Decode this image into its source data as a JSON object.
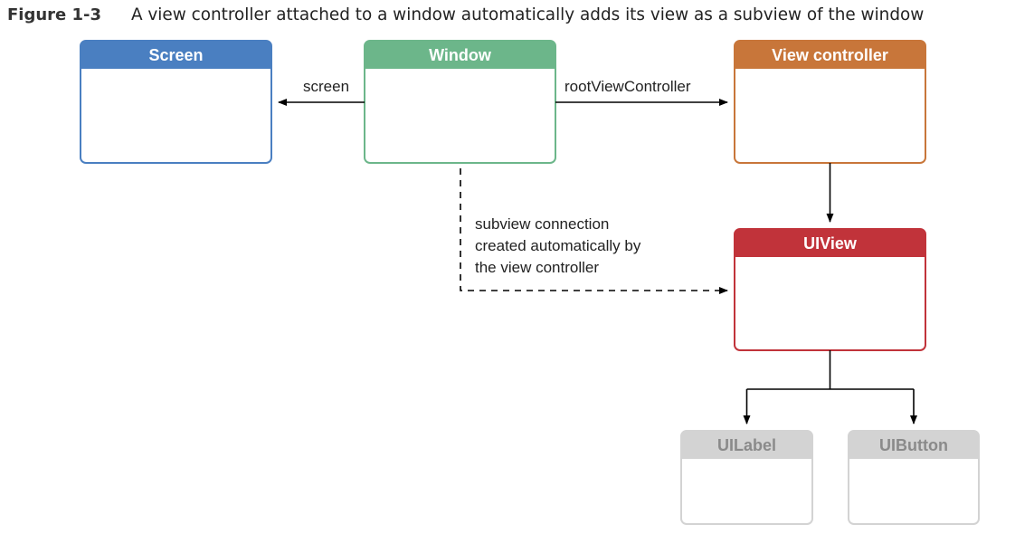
{
  "figure": {
    "number": "Figure 1-3",
    "title": "A view controller attached to a window automatically adds its view as a subview of the window"
  },
  "boxes": {
    "screen": {
      "title": "Screen",
      "color": "#4a7fc1"
    },
    "window": {
      "title": "Window",
      "color": "#6cb68a"
    },
    "view_controller": {
      "title": "View controller",
      "color": "#c8763a"
    },
    "uiview": {
      "title": "UIView",
      "color": "#c1333a"
    },
    "uilabel": {
      "title": "UILabel",
      "color": "#d3d3d3"
    },
    "uibutton": {
      "title": "UIButton",
      "color": "#d3d3d3"
    }
  },
  "edges": {
    "screen": "screen",
    "root_view_controller": "rootViewController",
    "subview_note": {
      "line1": "subview connection",
      "line2": "created automatically by",
      "line3": "the view controller"
    }
  }
}
